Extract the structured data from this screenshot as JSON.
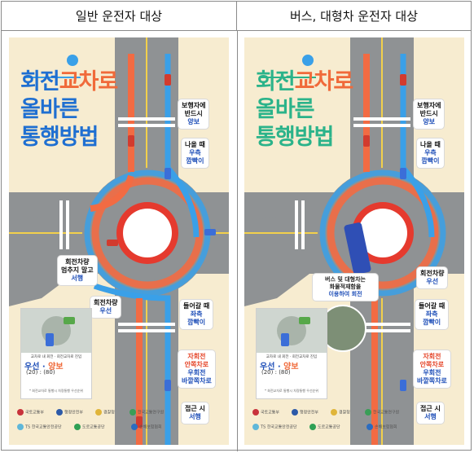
{
  "headers": {
    "left": "일반 운전자 대상",
    "right": "버스, 대형차 운전자 대상"
  },
  "poster": {
    "title_line1_a": "회전",
    "title_line1_b": "교차로",
    "title_line2": "올바른",
    "title_line3": "통행방법",
    "bubbles_left": [
      {
        "l1": "보행자에",
        "l2": "반드시",
        "l3": "양보",
        "tone": "blue"
      },
      {
        "l1": "나올 때",
        "l2": "우측",
        "l3": "깜빡이",
        "tone": "blue"
      },
      {
        "l1": "회전차량",
        "l2": "멈추지 말고",
        "l3": "서행",
        "tone": "blue"
      },
      {
        "l1": "회전차량",
        "l2": "우선",
        "l3": "",
        "tone": "blue"
      },
      {
        "l1": "들어갈 때",
        "l2": "좌측",
        "l3": "깜빡이",
        "tone": "blue"
      },
      {
        "l1": "자회전",
        "l2": "안쪽차로",
        "l3": "우회전",
        "l4": "바깥쪽차로",
        "tone": "red"
      },
      {
        "l1": "접근 시",
        "l2": "서행",
        "l3": "",
        "tone": "blue"
      }
    ],
    "bubbles_right": [
      {
        "l1": "보행자에",
        "l2": "반드시",
        "l3": "양보",
        "tone": "blue"
      },
      {
        "l1": "나올 때",
        "l2": "우측",
        "l3": "깜빡이",
        "tone": "blue"
      },
      {
        "l1": "회전차량",
        "l2": "우선",
        "l3": "",
        "tone": "blue"
      },
      {
        "l1": "들어갈 때",
        "l2": "좌측",
        "l3": "깜빡이",
        "tone": "blue"
      },
      {
        "l1": "자회전",
        "l2": "안쪽차로",
        "l3": "우회전",
        "l4": "바깥쪽차로",
        "tone": "red"
      },
      {
        "l1": "접근 시",
        "l2": "서행",
        "l3": "",
        "tone": "blue"
      }
    ],
    "bus_bubble": {
      "l1": "버스 및 대형차는",
      "l2": "화물적재함을",
      "l3": "이용하여 회전"
    },
    "infobox": {
      "caption": "교차로 내 회전 · 회전교차로 진입",
      "v1": "우선",
      "v1num": "(20)",
      "v2": "양보",
      "v2num": "(80)",
      "note": "* 회전교차로 통행시 차량통행 우선순위"
    },
    "logos": [
      "국토교통부",
      "행정안전부",
      "경찰청",
      "한국교통연구원",
      "TS 한국교통안전공단",
      "도로교통공단",
      "손해보험협회"
    ]
  },
  "colors": {
    "road": "#8f9294",
    "grass": "#f5e9c8",
    "ring": "#e53a2e",
    "blue_path": "#3aa0e8",
    "orange_path": "#f26b43",
    "title_blue": "#1f6fd1",
    "title_green": "#2bb38a"
  }
}
